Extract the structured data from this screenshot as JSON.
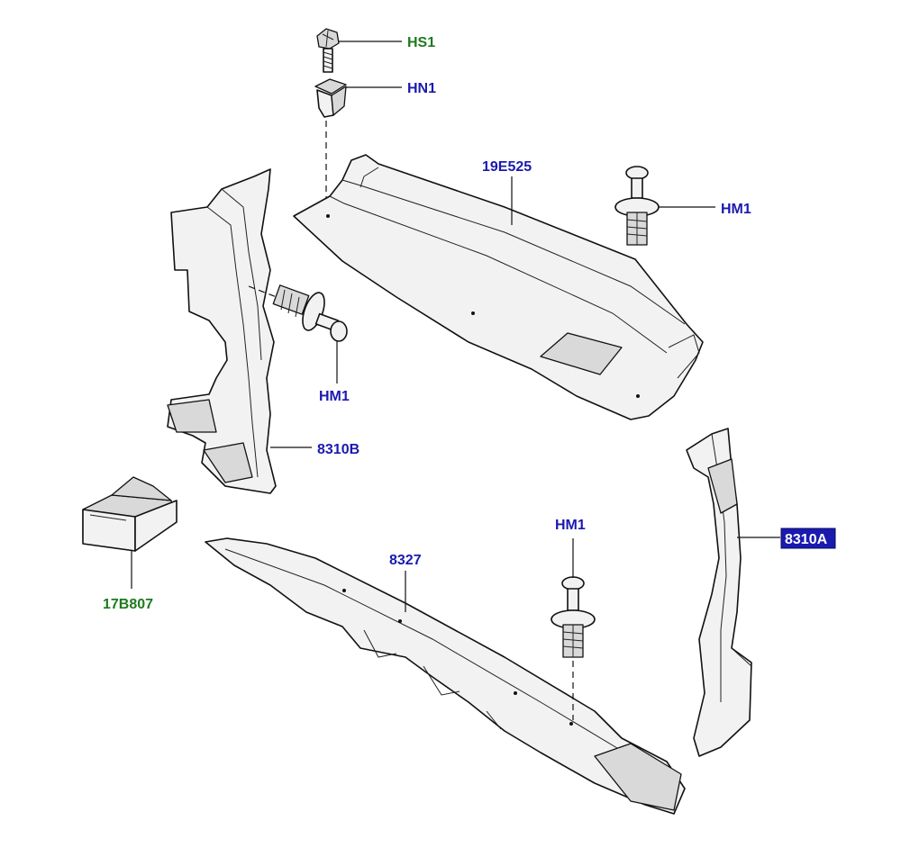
{
  "callouts": {
    "hs1": "HS1",
    "hn1": "HN1",
    "hm1_top_right": "HM1",
    "hm1_left": "HM1",
    "hm1_bottom": "HM1",
    "part_19e525": "19E525",
    "part_8310b": "8310B",
    "part_8310a": "8310A",
    "part_8327": "8327",
    "part_17b807": "17B807"
  },
  "colors": {
    "label_blue": "#1a1ab0",
    "label_green": "#1e7a1e",
    "selected_fill": "#1a1ab0",
    "selected_text": "#ffffff"
  },
  "selected_callout": "8310A"
}
